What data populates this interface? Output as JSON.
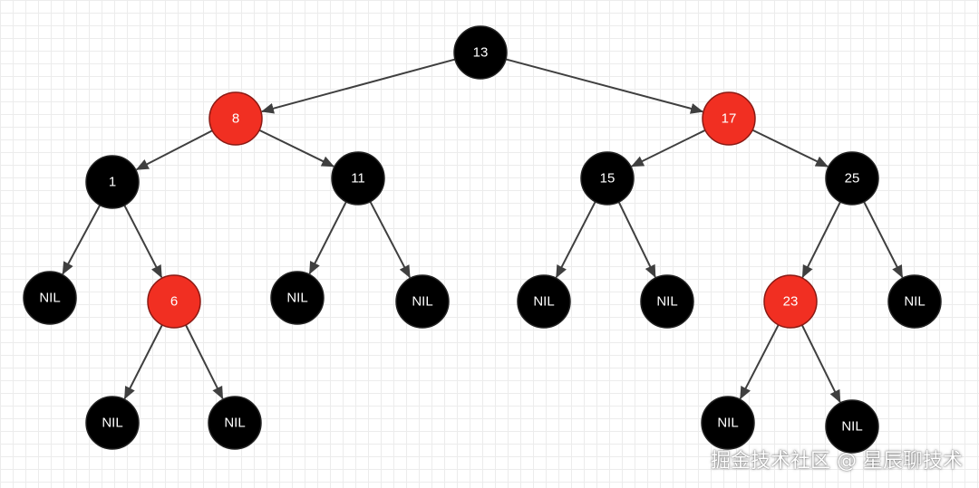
{
  "diagram": {
    "colors": {
      "black": "#000000",
      "red": "#f12f22",
      "edge": "#3f3f3f",
      "label": "#ffffff"
    },
    "nodes": [
      {
        "id": "n13",
        "label": "13",
        "color": "black"
      },
      {
        "id": "n8",
        "label": "8",
        "color": "red"
      },
      {
        "id": "n17",
        "label": "17",
        "color": "red"
      },
      {
        "id": "n1",
        "label": "1",
        "color": "black"
      },
      {
        "id": "n11",
        "label": "11",
        "color": "black"
      },
      {
        "id": "n15",
        "label": "15",
        "color": "black"
      },
      {
        "id": "n25",
        "label": "25",
        "color": "black"
      },
      {
        "id": "nil1",
        "label": "NIL",
        "color": "black"
      },
      {
        "id": "n6",
        "label": "6",
        "color": "red"
      },
      {
        "id": "nil2",
        "label": "NIL",
        "color": "black"
      },
      {
        "id": "nil3",
        "label": "NIL",
        "color": "black"
      },
      {
        "id": "nil4",
        "label": "NIL",
        "color": "black"
      },
      {
        "id": "nil5",
        "label": "NIL",
        "color": "black"
      },
      {
        "id": "n23",
        "label": "23",
        "color": "red"
      },
      {
        "id": "nil6",
        "label": "NIL",
        "color": "black"
      },
      {
        "id": "nil7",
        "label": "NIL",
        "color": "black"
      },
      {
        "id": "nil8",
        "label": "NIL",
        "color": "black"
      },
      {
        "id": "nil9",
        "label": "NIL",
        "color": "black"
      },
      {
        "id": "nil10",
        "label": "NIL",
        "color": "black"
      }
    ],
    "edges": [
      [
        "n13",
        "n8"
      ],
      [
        "n13",
        "n17"
      ],
      [
        "n8",
        "n1"
      ],
      [
        "n8",
        "n11"
      ],
      [
        "n17",
        "n15"
      ],
      [
        "n17",
        "n25"
      ],
      [
        "n1",
        "nil1"
      ],
      [
        "n1",
        "n6"
      ],
      [
        "n11",
        "nil2"
      ],
      [
        "n11",
        "nil3"
      ],
      [
        "n15",
        "nil4"
      ],
      [
        "n15",
        "nil5"
      ],
      [
        "n25",
        "n23"
      ],
      [
        "n25",
        "nil6"
      ],
      [
        "n6",
        "nil7"
      ],
      [
        "n6",
        "nil8"
      ],
      [
        "n23",
        "nil9"
      ],
      [
        "n23",
        "nil10"
      ]
    ]
  },
  "watermark": "掘金技术社区 @ 星辰聊技术"
}
